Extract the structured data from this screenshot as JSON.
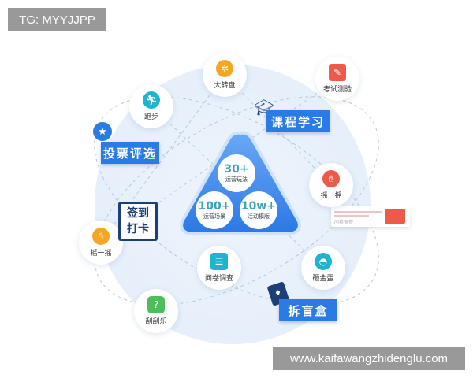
{
  "watermark_top": "TG: MYYJJPP",
  "watermark_bottom": "www.kaifawangzhidenglu.com",
  "center": {
    "stats": [
      {
        "value": "30+",
        "caption": "运营玩法"
      },
      {
        "value": "100+",
        "caption": "运营场景"
      },
      {
        "value": "10w+",
        "caption": "活动模版"
      }
    ]
  },
  "nodes": [
    {
      "label": "大转盘",
      "icon": "wheel-icon",
      "color": "#f5a623"
    },
    {
      "label": "考试测验",
      "icon": "exam-icon",
      "color": "#ee5a4a"
    },
    {
      "label": "跑步",
      "icon": "running-icon",
      "color": "#1bb5d0"
    },
    {
      "label": "摇一摇",
      "icon": "shake-hand-icon",
      "color": "#ee5a4a"
    },
    {
      "label": "摇一摇",
      "icon": "shake-hand-icon",
      "color": "#f5a623"
    },
    {
      "label": "问卷调查",
      "icon": "survey-icon",
      "color": "#1bb5d0"
    },
    {
      "label": "砸金蛋",
      "icon": "golden-egg-icon",
      "color": "#1bb5d0"
    },
    {
      "label": "刮刮乐",
      "icon": "scratch-card-icon",
      "color": "#4cbf5a"
    }
  ],
  "tags": {
    "course": "课程学习",
    "vote": "投票评选",
    "checkin_1": "签到",
    "checkin_2": "打卡",
    "blindbox": "拆盲盒"
  },
  "survey_card": "问卷调查",
  "colors": {
    "brand": "#2a7be4",
    "stat_text": "#3aa3b8"
  }
}
